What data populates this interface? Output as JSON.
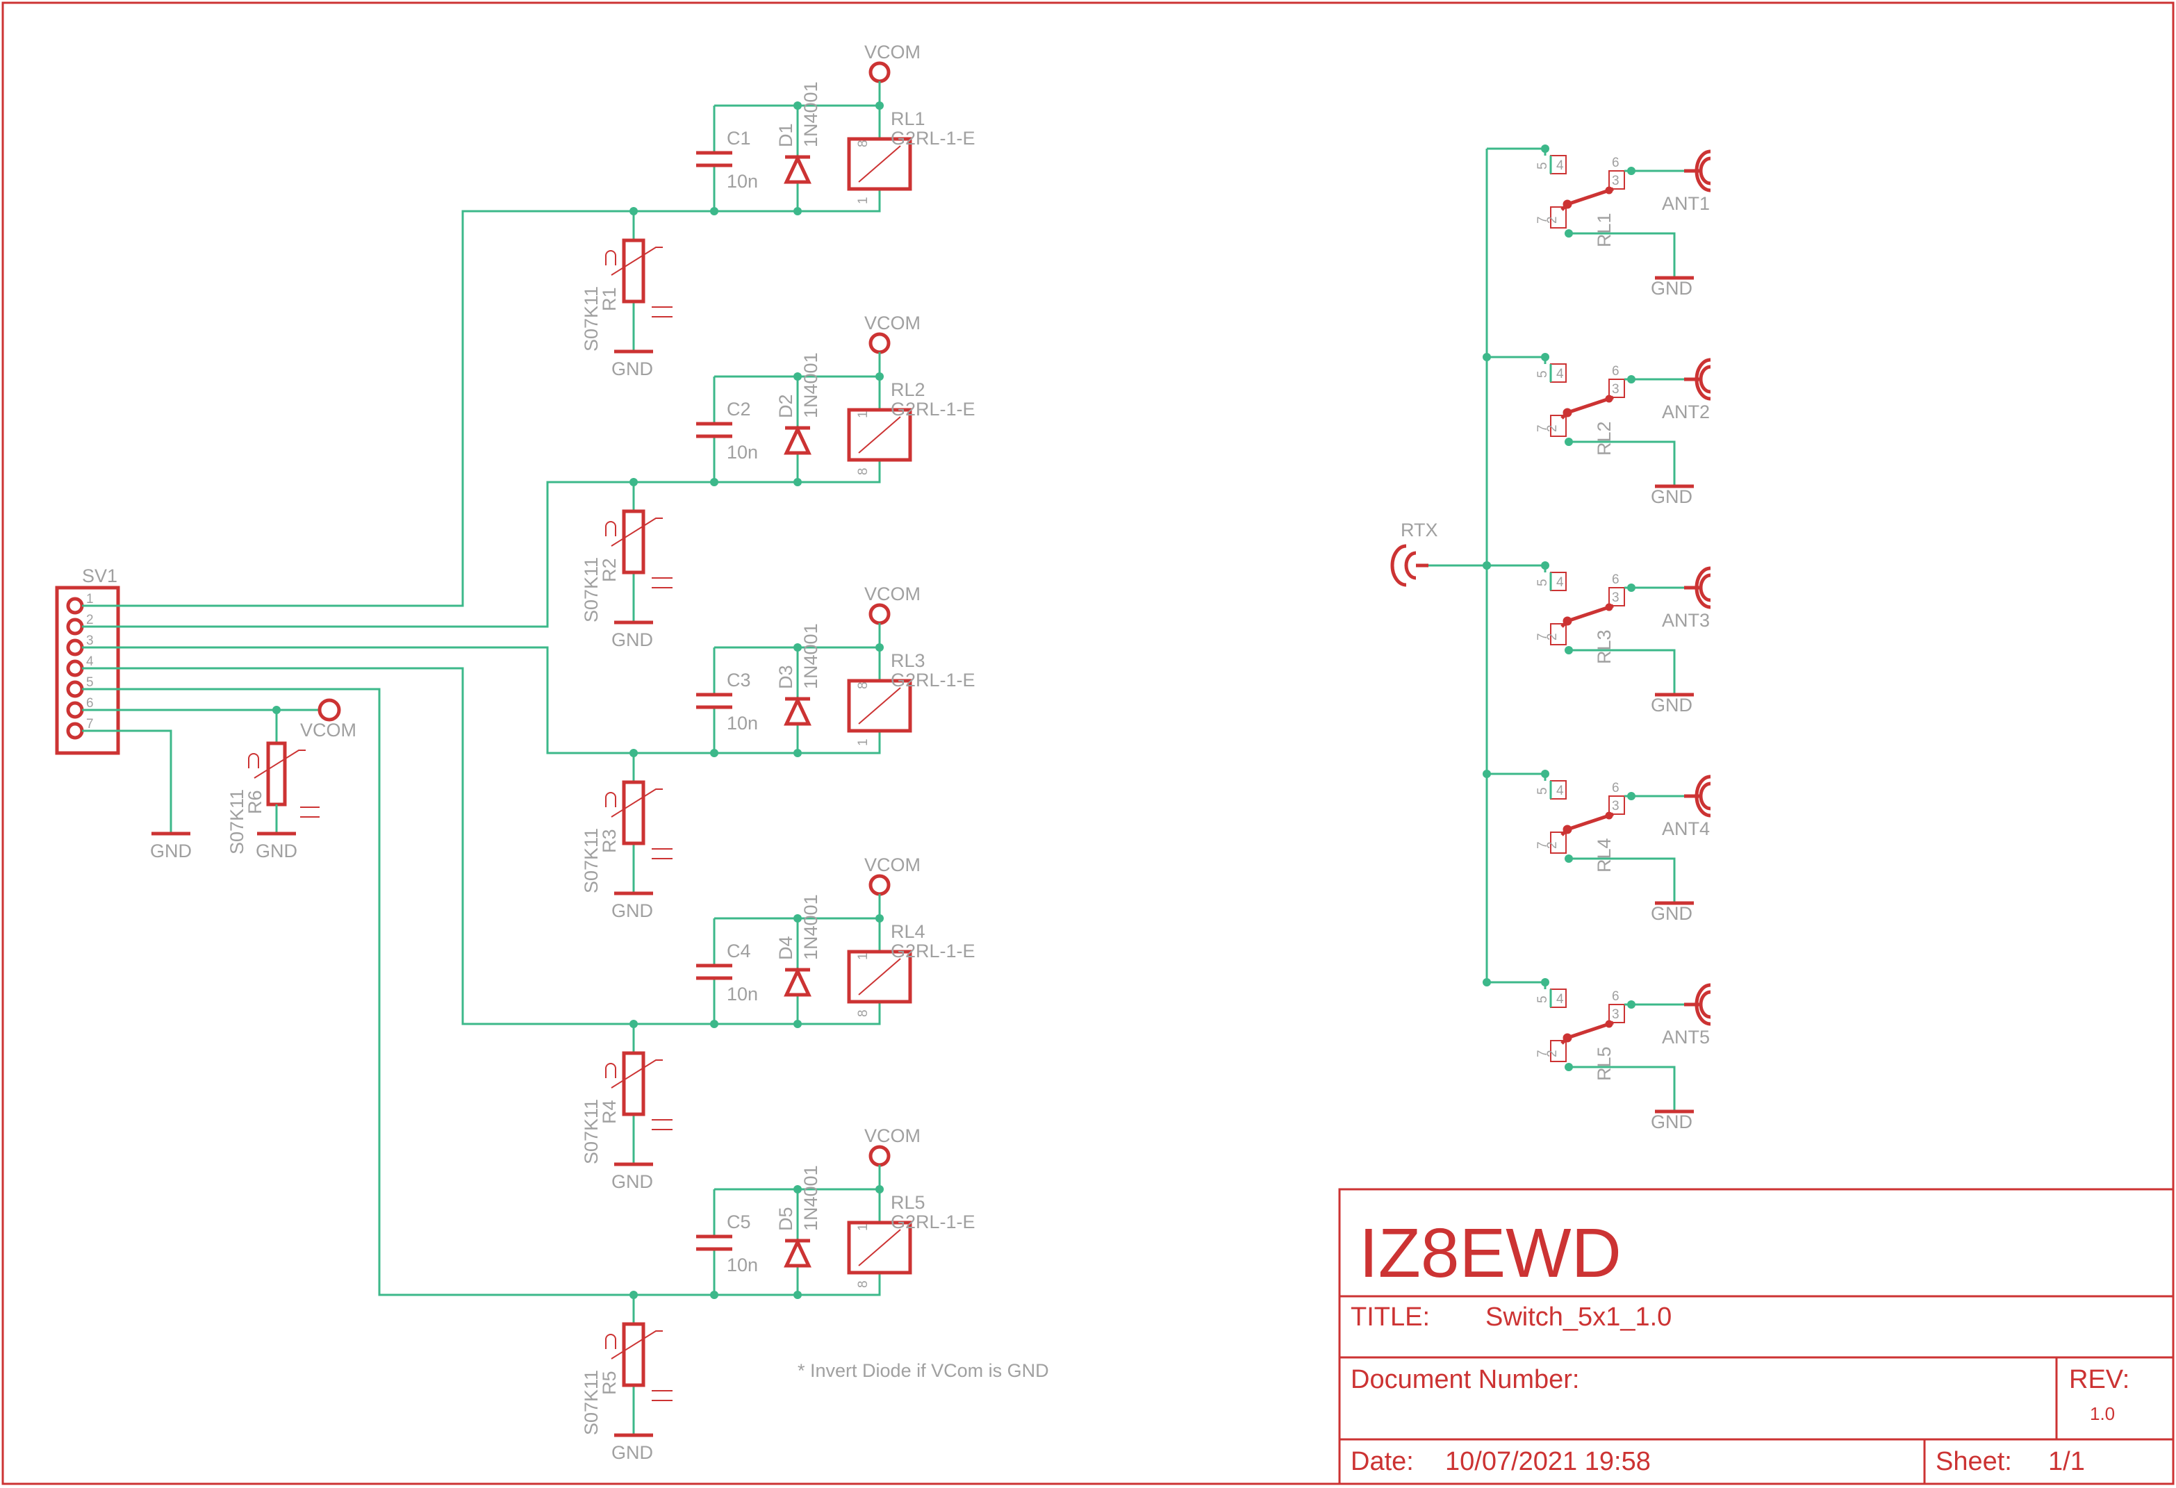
{
  "supply_net": "VCOM",
  "ground_net": "GND",
  "connector": {
    "ref": "SV1",
    "pins": [
      "1",
      "2",
      "3",
      "4",
      "5",
      "6",
      "7"
    ]
  },
  "suppressor_r6": {
    "ref": "R6",
    "value": "S07K11"
  },
  "stages": [
    {
      "cap": "C1",
      "cap_value": "10n",
      "diode": "D1",
      "diode_value": "1N4001",
      "relay": "RL1",
      "relay_value": "G2RL-1-E",
      "coil_top_pin": "8",
      "coil_bottom_pin": "1",
      "varistor": "R1",
      "varistor_value": "S07K11"
    },
    {
      "cap": "C2",
      "cap_value": "10n",
      "diode": "D2",
      "diode_value": "1N4001",
      "relay": "RL2",
      "relay_value": "G2RL-1-E",
      "coil_top_pin": "1",
      "coil_bottom_pin": "8",
      "varistor": "R2",
      "varistor_value": "S07K11"
    },
    {
      "cap": "C3",
      "cap_value": "10n",
      "diode": "D3",
      "diode_value": "1N4001",
      "relay": "RL3",
      "relay_value": "G2RL-1-E",
      "coil_top_pin": "8",
      "coil_bottom_pin": "1",
      "varistor": "R3",
      "varistor_value": "S07K11"
    },
    {
      "cap": "C4",
      "cap_value": "10n",
      "diode": "D4",
      "diode_value": "1N4001",
      "relay": "RL4",
      "relay_value": "G2RL-1-E",
      "coil_top_pin": "1",
      "coil_bottom_pin": "8",
      "varistor": "R4",
      "varistor_value": "S07K11"
    },
    {
      "cap": "C5",
      "cap_value": "10n",
      "diode": "D5",
      "diode_value": "1N4001",
      "relay": "RL5",
      "relay_value": "G2RL-1-E",
      "coil_top_pin": "1",
      "coil_bottom_pin": "8",
      "varistor": "R5",
      "varistor_value": "S07K11"
    }
  ],
  "rtx_label": "RTX",
  "switches": [
    {
      "relay": "RL1",
      "antenna": "ANT1"
    },
    {
      "relay": "RL2",
      "antenna": "ANT2"
    },
    {
      "relay": "RL3",
      "antenna": "ANT3"
    },
    {
      "relay": "RL4",
      "antenna": "ANT4"
    },
    {
      "relay": "RL5",
      "antenna": "ANT5"
    }
  ],
  "contact_pins": {
    "p5": "5",
    "p4": "4",
    "p6": "6",
    "p3": "3",
    "p7": "7",
    "p2": "2"
  },
  "note": "* Invert Diode if VCom is GND",
  "title_block": {
    "company": "IZ8EWD",
    "title_label": "TITLE:",
    "title_value": "Switch_5x1_1.0",
    "docnum_label": "Document Number:",
    "rev_label": "REV:",
    "rev_value": "1.0",
    "date_label": "Date:",
    "date_value": "10/07/2021 19:58",
    "sheet_label": "Sheet:",
    "sheet_value": "1/1"
  }
}
